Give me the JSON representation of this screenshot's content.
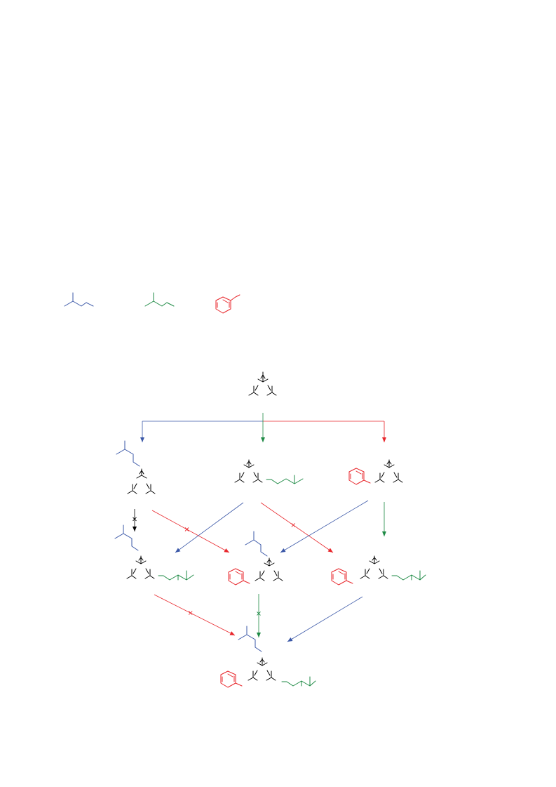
{
  "colors": {
    "core": "#000000",
    "blue": "#3a57a7",
    "green": "#1e8a45",
    "red": "#e8262b"
  },
  "legend": [
    {
      "name": "blue-substituent",
      "color": "blue"
    },
    {
      "name": "green-substituent",
      "color": "green"
    },
    {
      "name": "red-substituent",
      "color": "red"
    }
  ],
  "arrows": [
    {
      "name": "start-to-blue",
      "color": "blue",
      "blocked": false
    },
    {
      "name": "start-to-green",
      "color": "green",
      "blocked": false
    },
    {
      "name": "start-to-red",
      "color": "red",
      "blocked": false
    },
    {
      "name": "blue-to-blue-green",
      "color": "core",
      "blocked": true
    },
    {
      "name": "blue-to-blue-red",
      "color": "red",
      "blocked": true
    },
    {
      "name": "green-to-blue-green",
      "color": "blue",
      "blocked": false
    },
    {
      "name": "green-to-red-green",
      "color": "red",
      "blocked": true
    },
    {
      "name": "red-to-blue-red",
      "color": "blue",
      "blocked": false
    },
    {
      "name": "red-to-red-green",
      "color": "green",
      "blocked": false
    },
    {
      "name": "blue-green-to-final",
      "color": "red",
      "blocked": true
    },
    {
      "name": "blue-red-to-final",
      "color": "green",
      "blocked": true
    },
    {
      "name": "red-green-to-final",
      "color": "blue",
      "blocked": false
    }
  ]
}
